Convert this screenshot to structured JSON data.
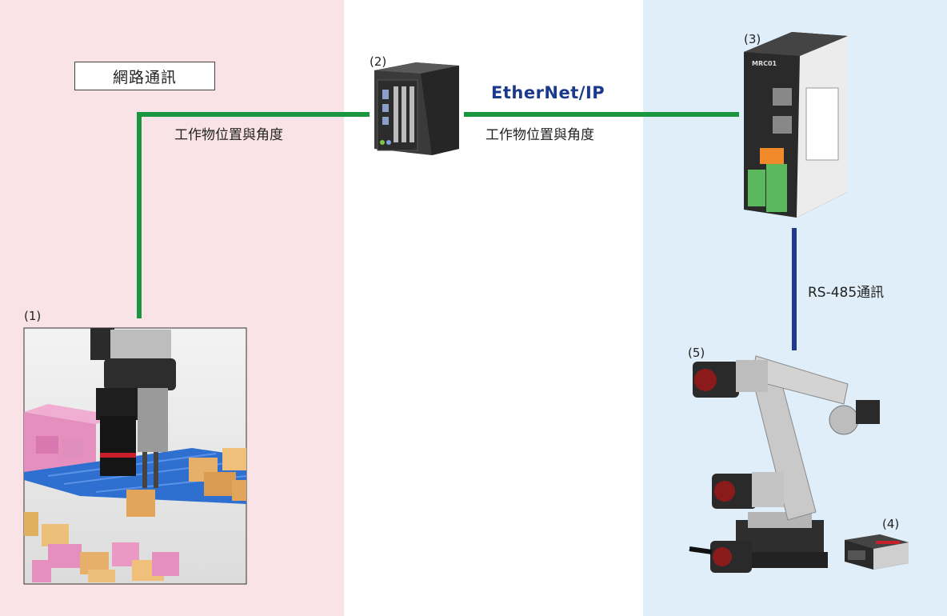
{
  "zones": {
    "left_color": "#fae3e6",
    "middle_color": "#ffffff",
    "right_color": "#dfeef8"
  },
  "title": "網路通訊",
  "edge_labels": {
    "left_link": "工作物位置與角度",
    "middle_link": "工作物位置與角度",
    "vertical_link": "RS-485通訊"
  },
  "protocol_logo": "EtherNet/IP",
  "device_numbers": {
    "camera_system": "(1)",
    "industrial_pc": "(2)",
    "controller": "(3)",
    "driver": "(4)",
    "robot_arm": "(5)"
  },
  "controller_model": "MRC01",
  "colors": {
    "ethernet_line": "#1a9641",
    "rs485_line": "#1f3a8a",
    "logo_blue": "#1b3a8c"
  }
}
